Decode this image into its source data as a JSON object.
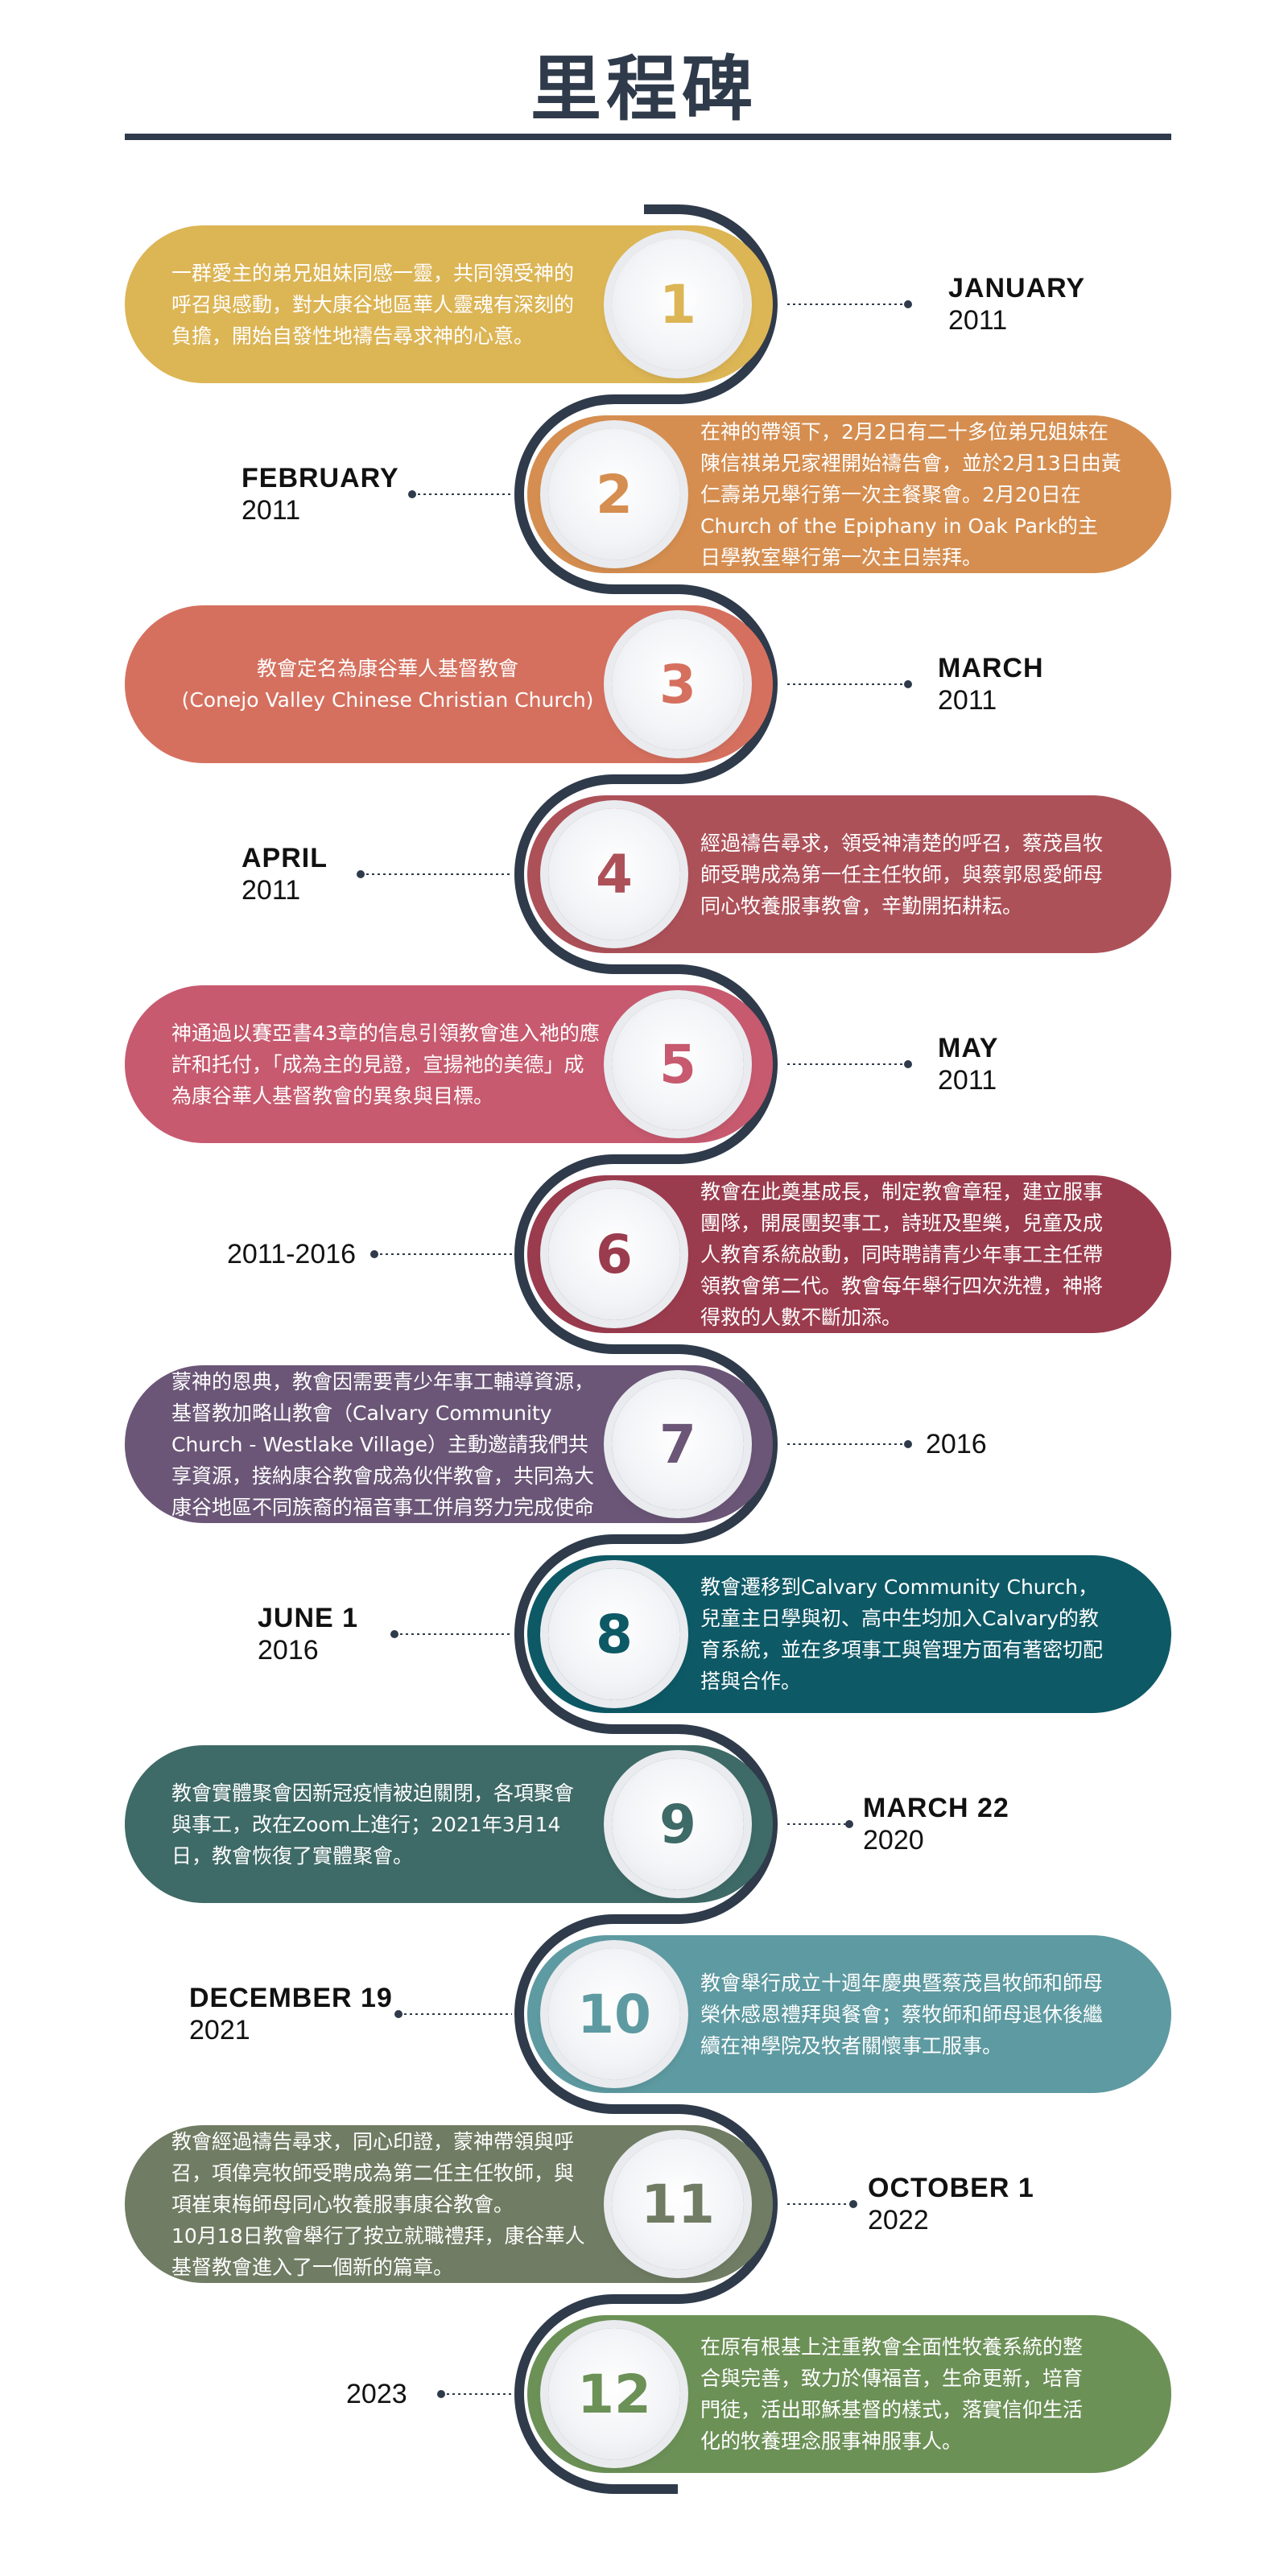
{
  "title": "里程碑",
  "colors": {
    "navy": "#2f3a4a",
    "m1": "#dcb555",
    "m2": "#d58e50",
    "m3": "#d5705f",
    "m4": "#ad5159",
    "m5": "#c75a6f",
    "m6": "#9b3c4e",
    "m7": "#6b5677",
    "m8": "#0e5966",
    "m9": "#3e6a67",
    "m10": "#5e9aa1",
    "m11": "#707c63",
    "m12": "#6c9157"
  },
  "milestones": [
    {
      "num": "1",
      "month": "JANUARY",
      "year": "2011",
      "text": "一群愛主的弟兄姐妹同感一靈，共同領受神的\n呼召與感動，對大康谷地區華人靈魂有深刻的\n負擔，開始自發性地禱告尋求神的心意。"
    },
    {
      "num": "2",
      "month": "FEBRUARY",
      "year": "2011",
      "text": "在神的帶領下，2月2日有二十多位弟兄姐妹在\n陳信祺弟兄家裡開始禱告會，並於2月13日由黃\n仁壽弟兄舉行第一次主餐聚會。2月20日在\nChurch of the Epiphany in Oak Park的主\n日學教室舉行第一次主日崇拜。"
    },
    {
      "num": "3",
      "month": "MARCH",
      "year": "2011",
      "text": "教會定名為康谷華人基督教會\n(Conejo Valley Chinese Christian Church)"
    },
    {
      "num": "4",
      "month": "APRIL",
      "year": "2011",
      "text": "經過禱告尋求，領受神清楚的呼召，蔡茂昌牧\n師受聘成為第一任主任牧師，與蔡郭恩愛師母\n同心牧養服事教會，辛勤開拓耕耘。"
    },
    {
      "num": "5",
      "month": "MAY",
      "year": "2011",
      "text": "神通過以賽亞書43章的信息引領教會進入祂的應\n許和托付，「成為主的見證，宣揚祂的美德」成\n為康谷華人基督教會的異象與目標。"
    },
    {
      "num": "6",
      "month": "",
      "year": "2011-2016",
      "text": "教會在此奠基成長，制定教會章程，建立服事\n團隊，開展團契事工，詩班及聖樂，兒童及成\n人教育系統啟動，同時聘請青少年事工主任帶\n領教會第二代。教會每年舉行四次洗禮，神將\n得救的人數不斷加添。"
    },
    {
      "num": "7",
      "month": "",
      "year": "2016",
      "text": "蒙神的恩典，教會因需要青少年事工輔導資源，\n基督教加略山教會（Calvary Community\nChurch - Westlake Village）主動邀請我們共\n享資源，接納康谷教會成為伙伴教會，共同為大\n康谷地區不同族裔的福音事工併肩努力完成使命"
    },
    {
      "num": "8",
      "month": "JUNE 1",
      "year": "2016",
      "text": "教會遷移到Calvary Community Church，\n兒童主日學與初、高中生均加入Calvary的教\n育系統，並在多項事工與管理方面有著密切配\n搭與合作。"
    },
    {
      "num": "9",
      "month": "MARCH 22",
      "year": "2020",
      "text": "教會實體聚會因新冠疫情被迫關閉，各項聚會\n與事工，改在Zoom上進行；2021年3月14\n日，教會恢復了實體聚會。"
    },
    {
      "num": "10",
      "month": "DECEMBER 19",
      "year": "2021",
      "text": "教會舉行成立十週年慶典暨蔡茂昌牧師和師母\n榮休感恩禮拜與餐會；蔡牧師和師母退休後繼\n續在神學院及牧者關懷事工服事。"
    },
    {
      "num": "11",
      "month": "OCTOBER 1",
      "year": "2022",
      "text": "教會經過禱告尋求，同心印證，蒙神帶領與呼\n召，項偉亮牧師受聘成為第二任主任牧師，與\n項崔東梅師母同心牧養服事康谷教會。\n10月18日教會舉行了按立就職禮拜，康谷華人\n基督教會進入了一個新的篇章。"
    },
    {
      "num": "12",
      "month": "",
      "year": "2023",
      "text": "在原有根基上注重教會全面性牧養系統的整\n合與完善，致力於傳福音，生命更新，培育\n門徒，活出耶穌基督的樣式，落實信仰生活\n化的牧養理念服事神服事人。"
    }
  ]
}
